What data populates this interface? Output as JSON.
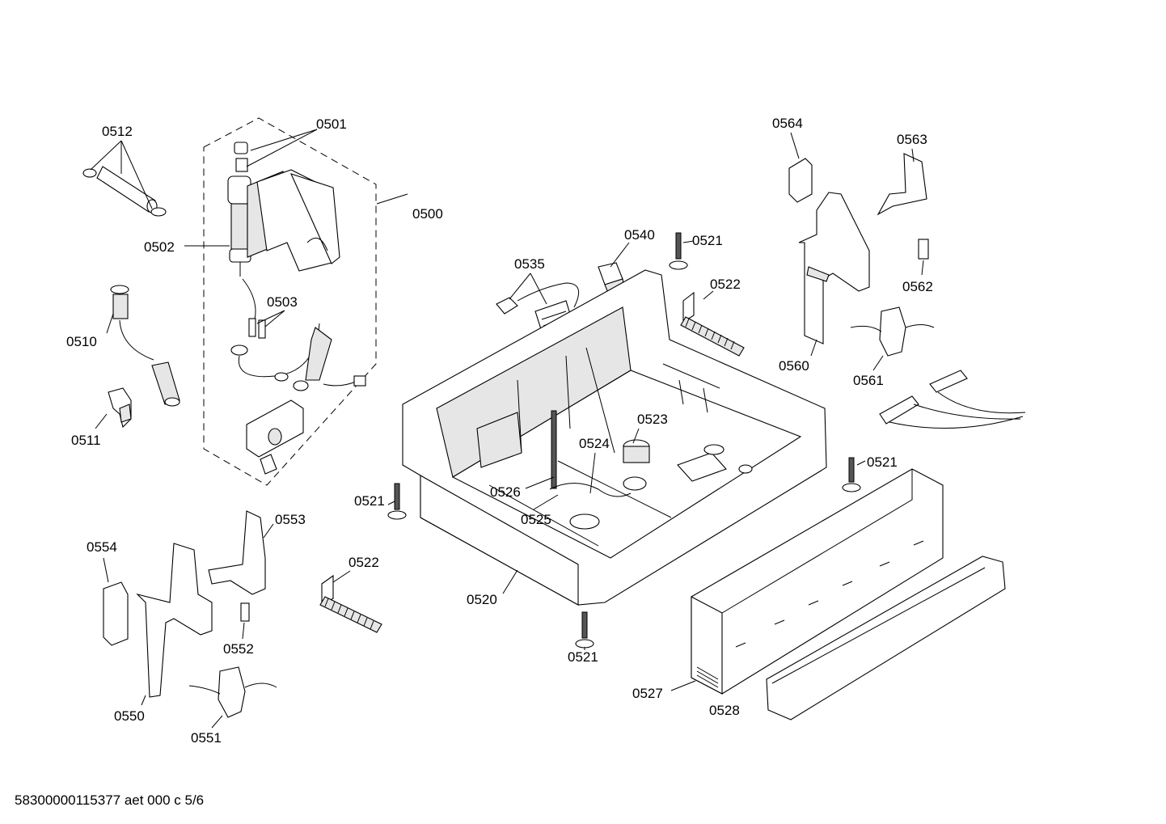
{
  "footer": "58300000115377 aet 000 c 5/6",
  "labels": {
    "p0512": "0512",
    "p0501": "0501",
    "p0500": "0500",
    "p0502": "0502",
    "p0503": "0503",
    "p0510": "0510",
    "p0511": "0511",
    "p0535": "0535",
    "p0540": "0540",
    "p0521_top": "0521",
    "p0522_top": "0522",
    "p0564": "0564",
    "p0563": "0563",
    "p0562": "0562",
    "p0560": "0560",
    "p0561": "0561",
    "p0523": "0523",
    "p0524": "0524",
    "p0526": "0526",
    "p0525": "0525",
    "p0521_left": "0521",
    "p0521_right": "0521",
    "p0553": "0553",
    "p0554": "0554",
    "p0522_bottom": "0522",
    "p0520": "0520",
    "p0552": "0552",
    "p0521_bottom": "0521",
    "p0527": "0527",
    "p0528": "0528",
    "p0550": "0550",
    "p0551": "0551"
  }
}
